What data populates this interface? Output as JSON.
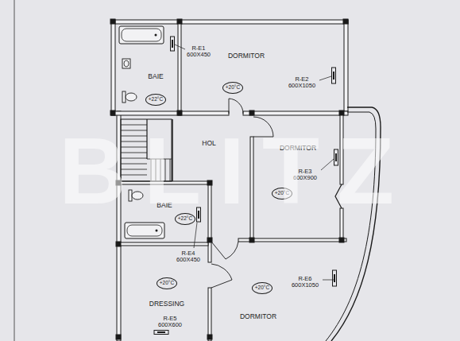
{
  "diagram": {
    "nodes": [
      {
        "text": [
          "BAIE"
        ]
      },
      {
        "text": [
          "+22°C"
        ],
        "in": 0
      },
      {
        "text": [
          "DORMITOR"
        ]
      },
      {
        "text": [
          "+20°C"
        ],
        "in": 2
      },
      {
        "text": [
          "HOL"
        ]
      },
      {
        "text": [
          "DORMITOR"
        ]
      },
      {
        "text": [
          "+20°C"
        ],
        "in": 5
      },
      {
        "text": [
          "BAIE"
        ]
      },
      {
        "text": [
          "+22°C"
        ],
        "in": 7
      },
      {
        "text": [
          "DRESSING"
        ]
      },
      {
        "text": [
          "+20°C"
        ],
        "in": 9
      },
      {
        "text": [
          "DORMITOR"
        ]
      },
      {
        "text": [
          "+20°C"
        ],
        "in": 11
      }
    ],
    "labels": [
      "R-E1 600X450",
      "R-E2 600X1050",
      "R-E3 600X900",
      "R-E4 600X450",
      "R-E5 600X600",
      "R-E6 600X1050",
      "BLITZ"
    ]
  }
}
